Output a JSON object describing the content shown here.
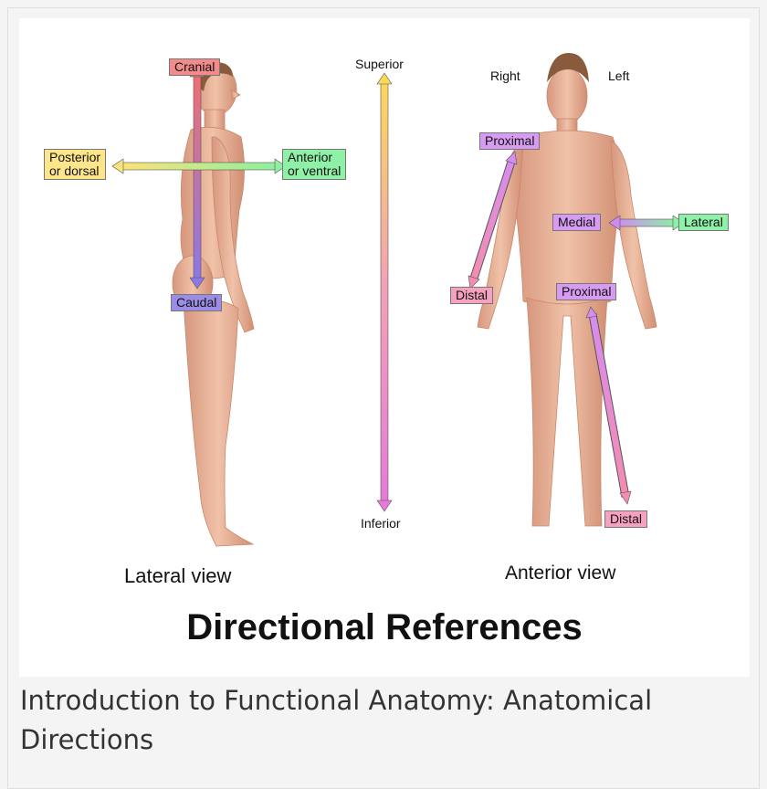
{
  "figure": {
    "title": "Directional References",
    "lateral_view": {
      "caption": "Lateral view",
      "labels": {
        "cranial": "Cranial",
        "caudal": "Caudal",
        "posterior": [
          "Posterior",
          "or dorsal"
        ],
        "anterior": [
          "Anterior",
          "or ventral"
        ]
      }
    },
    "center_axis": {
      "top": "Superior",
      "bottom": "Inferior"
    },
    "anterior_view": {
      "caption": "Anterior view",
      "right": "Right",
      "left": "Left",
      "labels": {
        "proximal_arm": "Proximal",
        "distal_arm": "Distal",
        "medial": "Medial",
        "lateral": "Lateral",
        "proximal_leg": "Proximal",
        "distal_leg": "Distal"
      }
    },
    "colors": {
      "cranial_bg": "#f28b8b",
      "caudal_bg": "#9b8ce6",
      "posterior_bg": "#fde68a",
      "anterior_bg": "#8ff0a8",
      "proximal_bg": "#d79cf2",
      "distal_bg": "#f7a1c0",
      "medial_bg": "#d79cf2",
      "lateral_bg": "#8ff0a8",
      "skin": "#e8b39a"
    }
  },
  "caption": "Introduction to Functional Anatomy: Anatomical Directions"
}
